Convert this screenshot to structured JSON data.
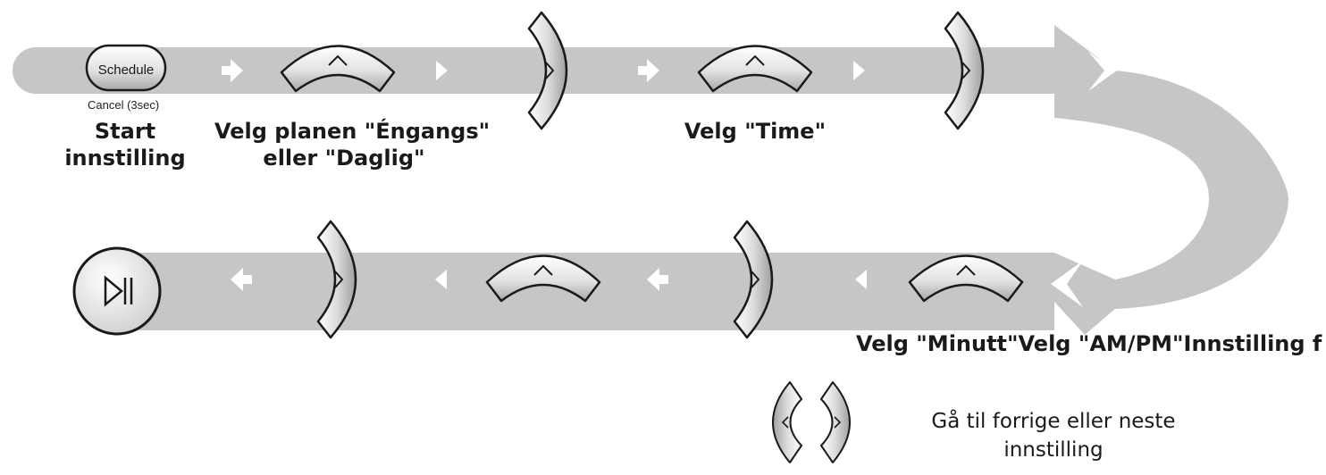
{
  "buttons": {
    "schedule": "Schedule",
    "cancel_hint": "Cancel (3sec)"
  },
  "labels": {
    "start": [
      "Start",
      "innstilling"
    ],
    "plan": [
      "Velg planen \"Éngangs\"",
      "eller \"Daglig\""
    ],
    "time": "Velg \"Time\"",
    "bottom_row": "Velg \"Minutt\"Velg \"AM/PM\"Innstilling f"
  },
  "legend": {
    "text": [
      "Gå til forrige eller neste",
      "innstilling"
    ]
  },
  "colors": {
    "band": "#c6c6c6",
    "arrow": "#ffffff",
    "outline": "#1a1a1a"
  },
  "icons": {
    "up": "chevron-up-icon",
    "right": "chevron-right-icon",
    "left": "chevron-left-icon",
    "play_pause": "play-pause-icon"
  }
}
